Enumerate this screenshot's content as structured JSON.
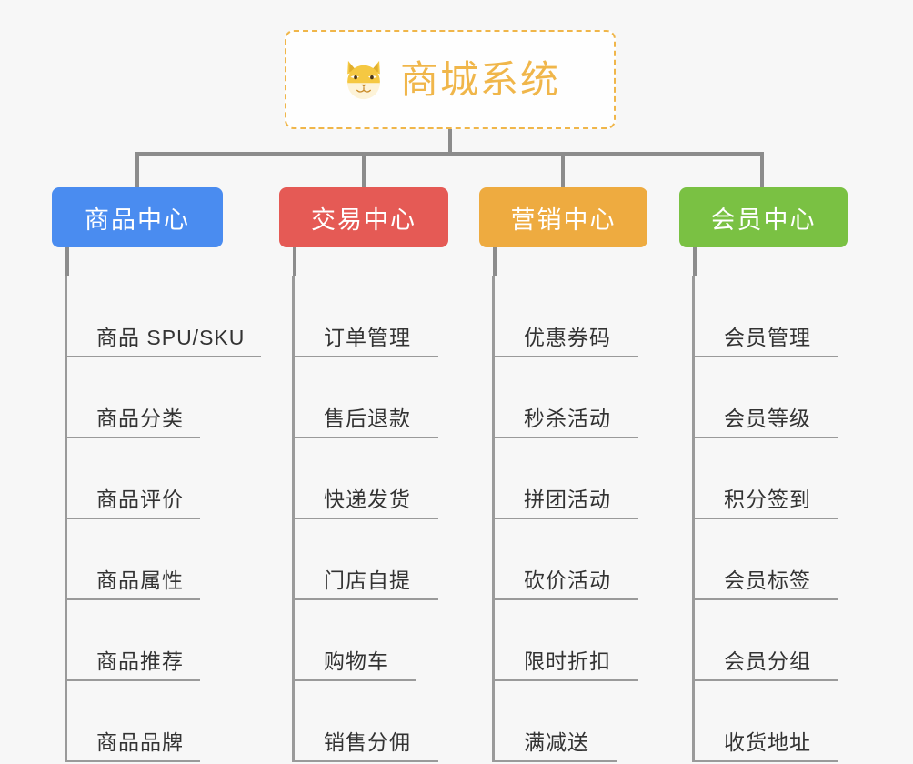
{
  "diagram": {
    "type": "tree",
    "root": {
      "title": "商城系统",
      "icon": "shiba-dog-emoji",
      "border_color": "#f0b64a",
      "text_color": "#f0b64a"
    },
    "branches": [
      {
        "label": "商品中心",
        "color": "#4a8cf0",
        "items": [
          "商品 SPU/SKU",
          "商品分类",
          "商品评价",
          "商品属性",
          "商品推荐",
          "商品品牌"
        ]
      },
      {
        "label": "交易中心",
        "color": "#e55a55",
        "items": [
          "订单管理",
          "售后退款",
          "快递发货",
          "门店自提",
          "购物车",
          "销售分佣"
        ]
      },
      {
        "label": "营销中心",
        "color": "#eeab40",
        "items": [
          "优惠券码",
          "秒杀活动",
          "拼团活动",
          "砍价活动",
          "限时折扣",
          "满减送"
        ]
      },
      {
        "label": "会员中心",
        "color": "#7ac143",
        "items": [
          "会员管理",
          "会员等级",
          "积分签到",
          "会员标签",
          "会员分组",
          "收货地址"
        ]
      }
    ],
    "colors": {
      "background": "#f7f7f7",
      "connector": "#8c8c8c",
      "leaf_rule": "#9a9a9a",
      "leaf_text": "#333333"
    }
  }
}
